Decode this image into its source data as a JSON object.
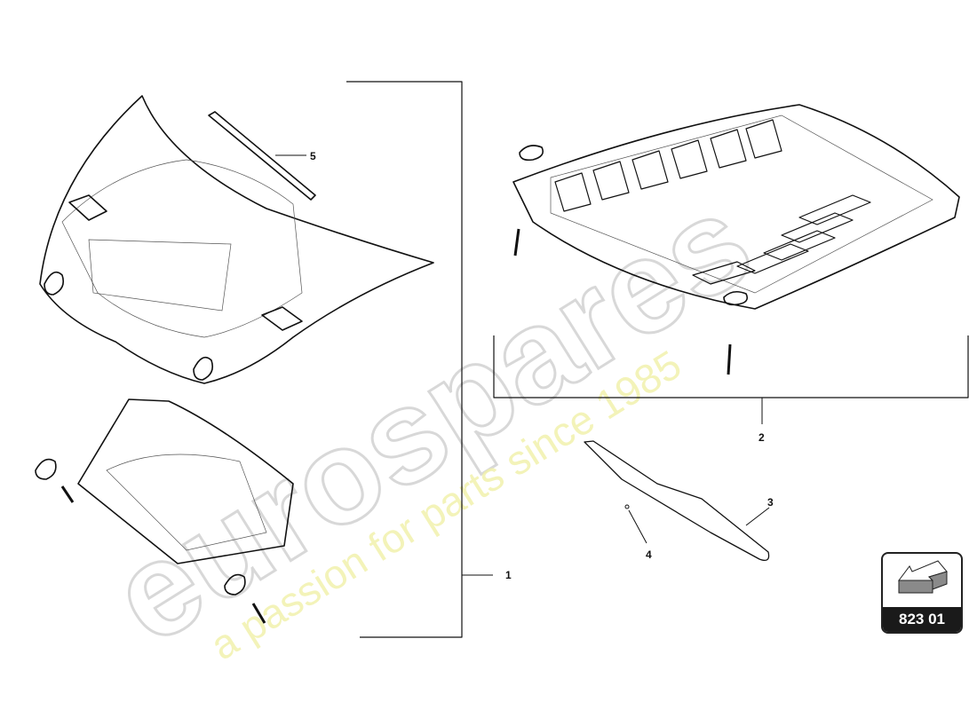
{
  "watermark": {
    "brand": "eurospares",
    "tagline": "a passion for parts since 1985"
  },
  "callouts": [
    {
      "id": "1",
      "label": "1"
    },
    {
      "id": "2",
      "label": "2"
    },
    {
      "id": "3",
      "label": "3"
    },
    {
      "id": "4",
      "label": "4"
    },
    {
      "id": "5",
      "label": "5"
    }
  ],
  "badge": {
    "code": "823 01",
    "icon": "arrow-icon",
    "colors": {
      "arrow": "#8a8a8a",
      "footer": "#1a1a1a"
    }
  }
}
